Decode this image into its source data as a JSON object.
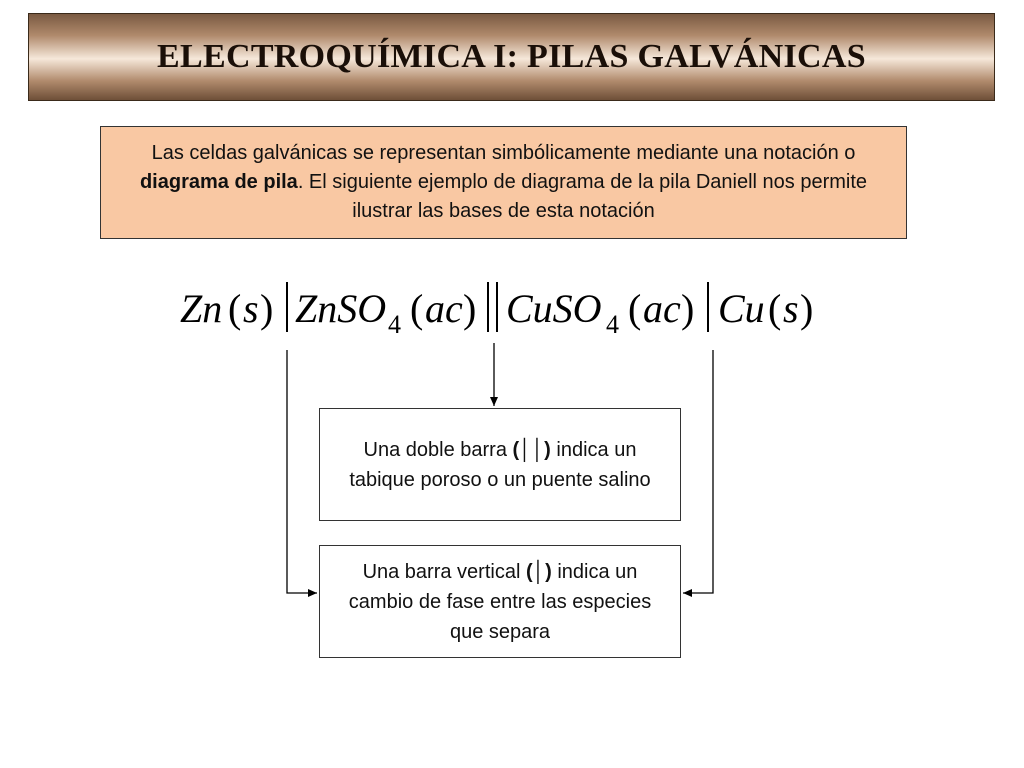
{
  "title": "ELECTROQUÍMICA I:  PILAS GALVÁNICAS",
  "intro": {
    "part1": "Las celdas galvánicas se representan simbólicamente mediante una notación o ",
    "bold": "diagrama de pila",
    "part2": ". El siguiente ejemplo de diagrama de la pila Daniell nos permite ilustrar las bases de esta notación"
  },
  "formula": {
    "zn_s": "Zn",
    "s1": "s",
    "znso": "ZnSO",
    "sub4a": "4",
    "ac1": "ac",
    "cuso": "CuSO",
    "sub4b": "4",
    "ac2": "ac",
    "cu_s": "Cu",
    "s2": "s"
  },
  "note_double": {
    "before": "Una doble barra ",
    "symbol": "(││)",
    "after": " indica un tabique poroso o un puente salino"
  },
  "note_single": {
    "before": "Una barra vertical ",
    "symbol": "(│)",
    "after": " indica un cambio de fase entre las especies que separa"
  }
}
